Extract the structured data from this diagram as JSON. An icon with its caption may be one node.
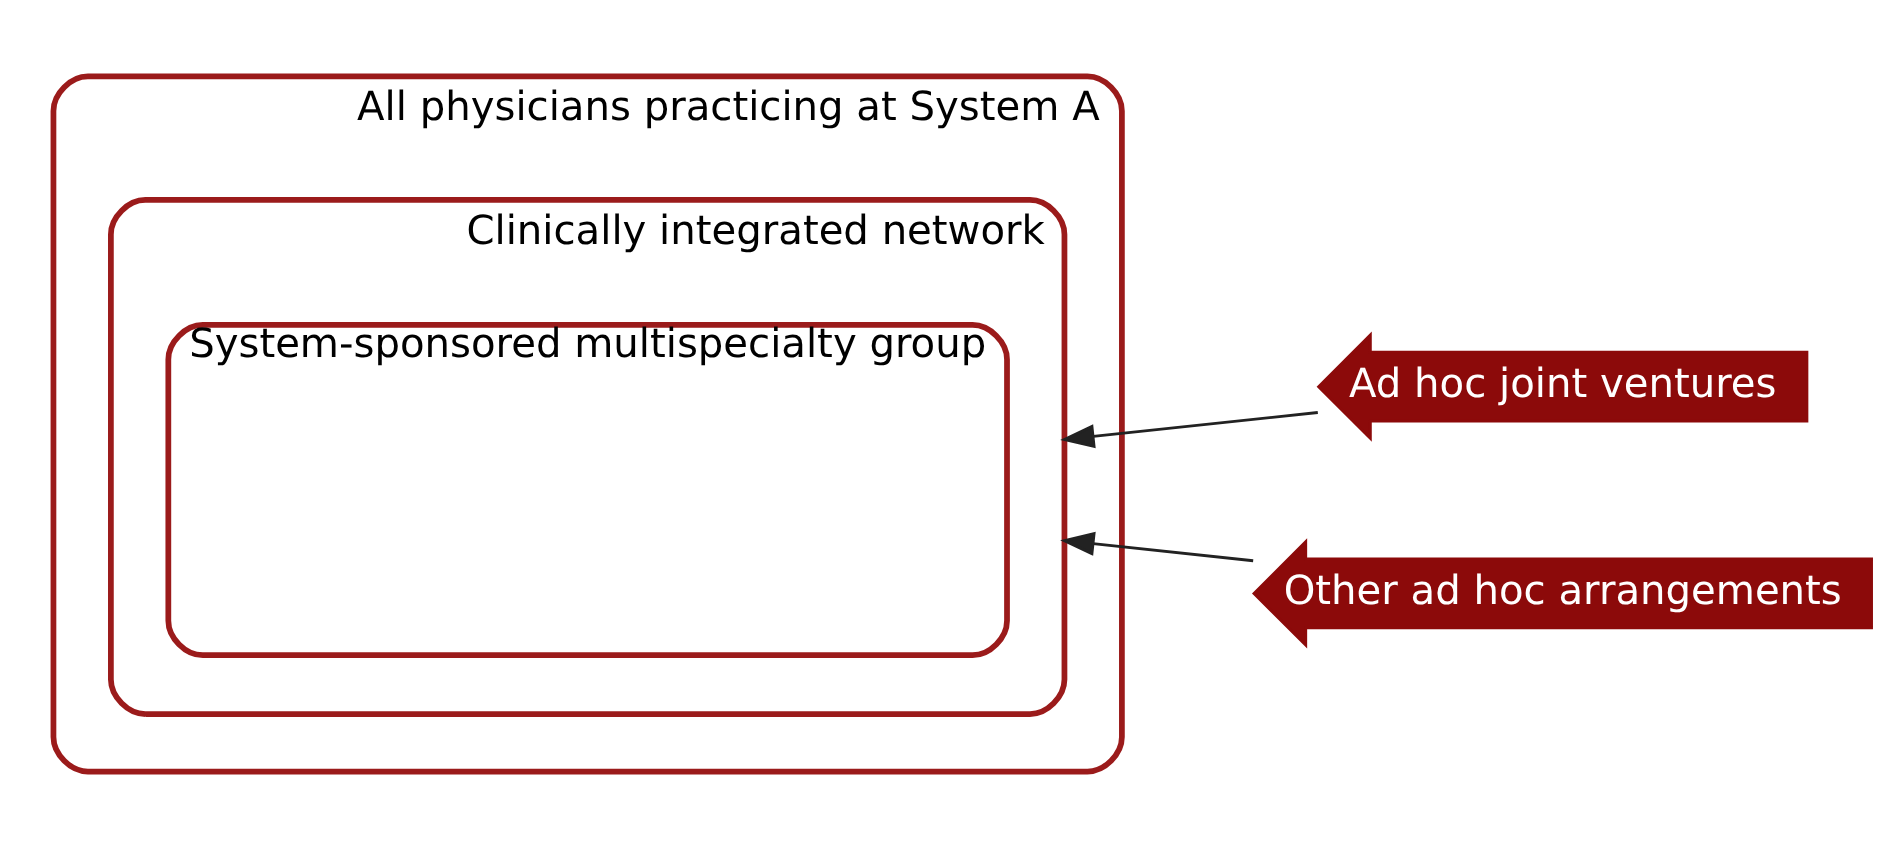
{
  "diagram": {
    "nodes": [
      {
        "text": [
          "All physicians practicing at System A"
        ]
      },
      {
        "text": [
          "Clinically integrated network"
        ],
        "in": 0
      },
      {
        "text": [
          "System-sponsored multispecialty group"
        ],
        "in": 1
      },
      {
        "text": [
          "Ad hoc joint ventures"
        ]
      },
      {
        "text": [
          "Other ad hoc arrangements"
        ]
      }
    ],
    "edges": [
      {
        "from": 3,
        "to": 1,
        "arrow": "to"
      },
      {
        "from": 4,
        "to": 1,
        "arrow": "to"
      }
    ]
  }
}
